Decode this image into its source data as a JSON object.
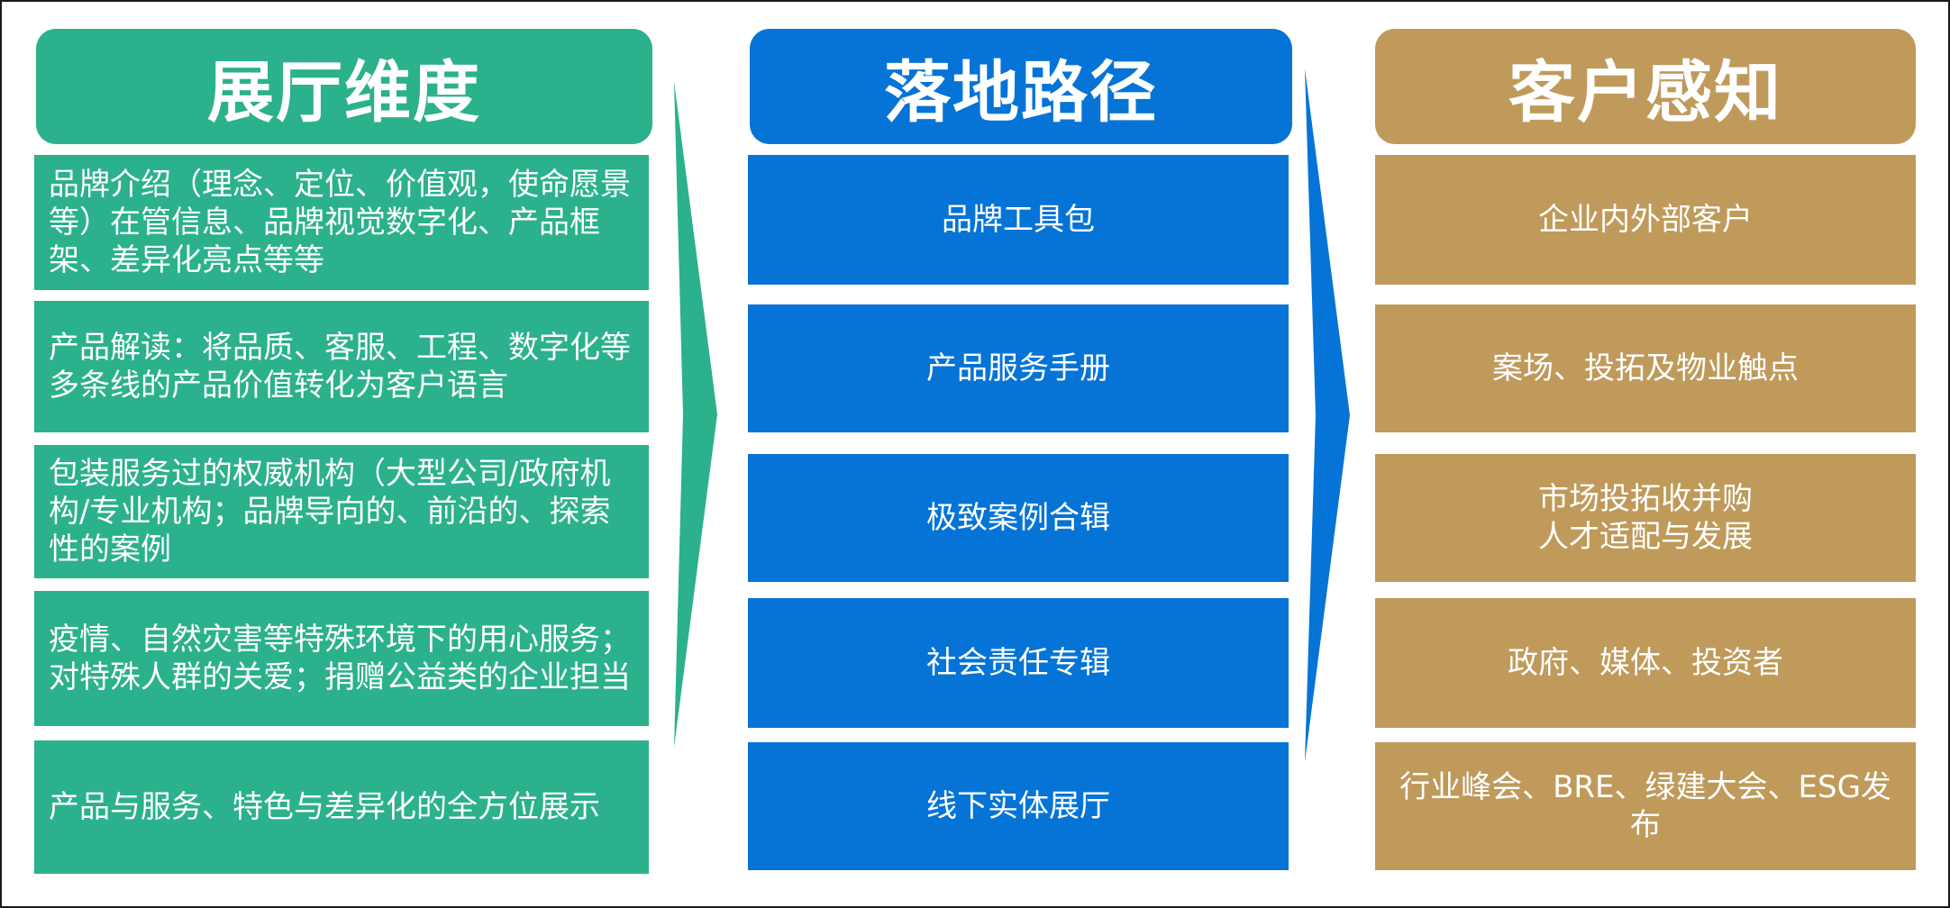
{
  "columns": {
    "dimension": {
      "header": "展厅维度",
      "items": [
        "品牌介绍（理念、定位、价值观，使命愿景等）在管信息、品牌视觉数字化、产品框架、差异化亮点等等",
        "产品解读：将品质、客服、工程、数字化等多条线的产品价值转化为客户语言",
        "包装服务过的权威机构（大型公司/政府机构/专业机构；品牌导向的、前沿的、探索性的案例",
        "疫情、自然灾害等特殊环境下的用心服务；对特殊人群的关爱；捐赠公益类的企业担当",
        "产品与服务、特色与差异化的全方位展示"
      ]
    },
    "path": {
      "header": "落地路径",
      "items": [
        "品牌工具包",
        "产品服务手册",
        "极致案例合辑",
        "社会责任专辑",
        "线下实体展厅"
      ]
    },
    "perception": {
      "header": "客户感知",
      "items": [
        "企业内外部客户",
        "案场、投拓及物业触点",
        "市场投拓收并购\n人才适配与发展",
        "政府、媒体、投资者",
        "行业峰会、BRE、绿建大会、ESG发布"
      ]
    }
  },
  "colors": {
    "dimension": "#2bb18c",
    "path": "#0574d6",
    "perception": "#bf9a5b",
    "border": "#1a1a1a"
  }
}
